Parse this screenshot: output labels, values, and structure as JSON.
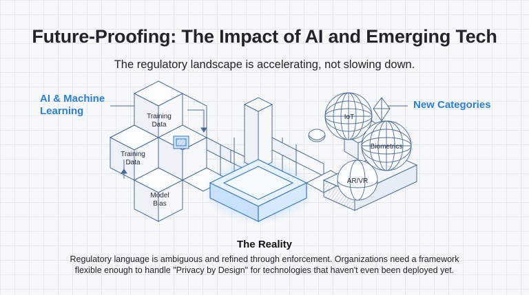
{
  "title": "Future-Proofing: The Impact of AI and Emerging Tech",
  "subtitle": "The regulatory landscape is accelerating, not slowing down.",
  "ai_section": {
    "label": "AI & Machine Learning",
    "training_data_top_line1": "Training",
    "training_data_top_line2": "Data",
    "training_data_left_line1": "Training",
    "training_data_left_line2": "Data",
    "model_bias_line1": "Model",
    "model_bias_line2": "Bias"
  },
  "new_section": {
    "label": "New Categories",
    "iot": "IoT",
    "biometrics": "Biometrics",
    "arvr": "AR/VR"
  },
  "reality": {
    "title": "The Reality",
    "body": "Regulatory language is ambiguous and refined through enforcement. Organizations need a framework flexible enough to handle \"Privacy by Design\" for technologies that haven't even been deployed yet."
  },
  "colors": {
    "accent": "#2a7fd4",
    "line": "#4a6a95",
    "glow": "#6fb3ff"
  }
}
